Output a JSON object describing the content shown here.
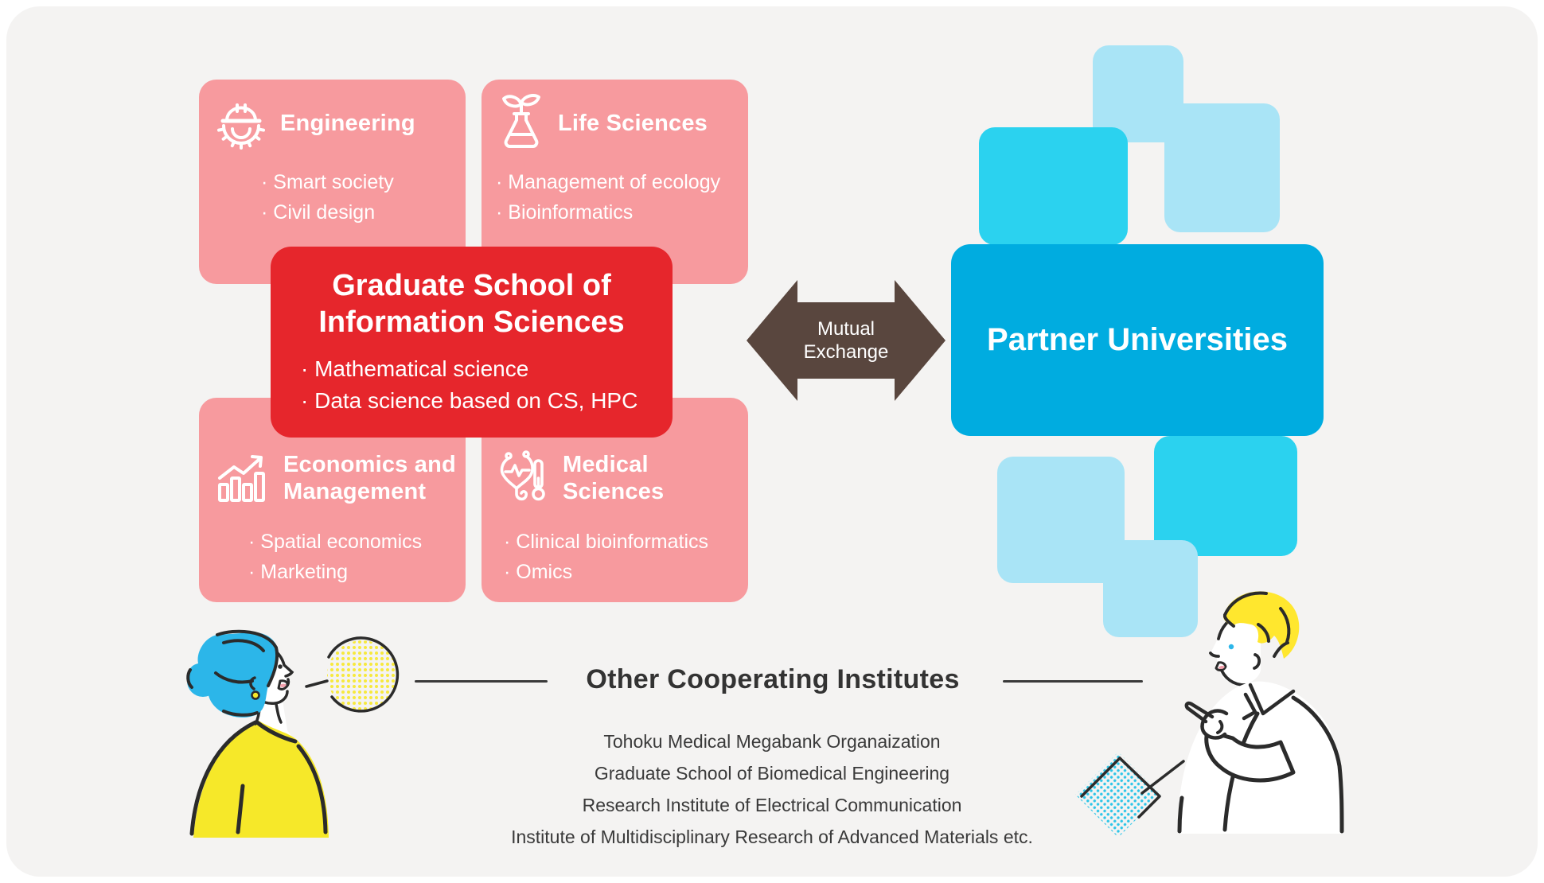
{
  "cards": {
    "engineering": {
      "title": "Engineering",
      "items": [
        "· Smart society",
        "· Civil design"
      ]
    },
    "life": {
      "title": "Life Sciences",
      "items": [
        "· Management of ecology",
        "· Bioinformatics"
      ]
    },
    "economics": {
      "title_line1": "Economics and",
      "title_line2": "Management",
      "items": [
        "· Spatial economics",
        "· Marketing"
      ]
    },
    "medical": {
      "title_line1": "Medical",
      "title_line2": "Sciences",
      "items": [
        "· Clinical bioinformatics",
        "· Omics"
      ]
    }
  },
  "center_card": {
    "title_line1": "Graduate School of",
    "title_line2": "Information Sciences",
    "items": [
      "· Mathematical science",
      "· Data science based on CS, HPC"
    ]
  },
  "exchange_arrow": {
    "label_line1": "Mutual",
    "label_line2": "Exchange"
  },
  "partner_box": {
    "title": "Partner Universities"
  },
  "cooperating": {
    "heading": "Other Cooperating Institutes",
    "institutes": [
      "Tohoku Medical Megabank Organaization",
      "Graduate School of Biomedical Engineering",
      "Research Institute of Electrical Communication",
      "Institute of Multidisciplinary Research of Advanced Materials etc."
    ]
  },
  "icons": {
    "engineering": "hard-hat-gear-icon",
    "life": "flask-sprout-icon",
    "economics": "bar-chart-arrow-icon",
    "medical": "stethoscope-thermometer-icon"
  },
  "colors": {
    "pink_card": "#F79A9E",
    "red_card": "#E6262C",
    "arrow_brown": "#59463E",
    "partner_blue": "#00ACE0",
    "mosaic_cyan": "#2BD2EF",
    "mosaic_light": "#A9E4F6",
    "text_dark": "#3A3A3A",
    "illustration_yellow": "#F6E829",
    "hair_blue": "#2CB6E9",
    "hair_yellow": "#FFE72E"
  }
}
